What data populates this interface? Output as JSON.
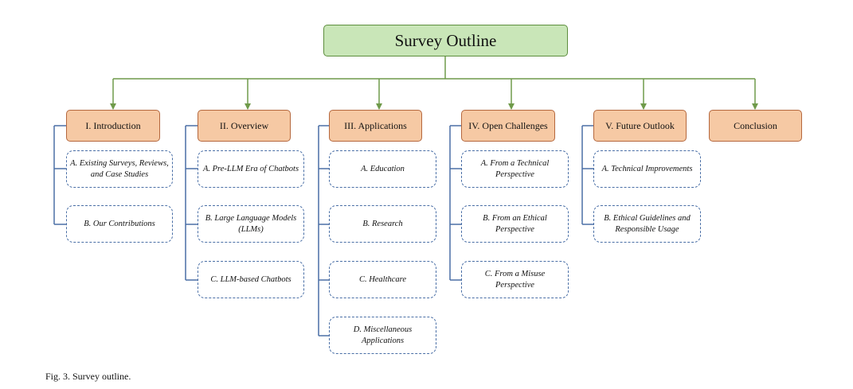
{
  "root": {
    "label": "Survey Outline"
  },
  "colors": {
    "green_line": "#6f9a4a",
    "blue_line": "#4a6fa6",
    "orange_fill": "#f6c9a4",
    "green_fill": "#c9e6b8"
  },
  "sections": [
    {
      "label": "I. Introduction",
      "children": [
        "A. Existing Surveys, Reviews, and Case Studies",
        "B. Our Contributions"
      ]
    },
    {
      "label": "II. Overview",
      "children": [
        "A. Pre-LLM Era of Chatbots",
        "B. Large Language Models (LLMs)",
        "C. LLM-based Chatbots"
      ]
    },
    {
      "label": "III. Applications",
      "children": [
        "A. Education",
        "B. Research",
        "C. Healthcare",
        "D. Miscellaneous Applications"
      ]
    },
    {
      "label": "IV. Open Challenges",
      "children": [
        "A. From a Technical Perspective",
        "B. From an Ethical Perspective",
        "C. From a Misuse Perspective"
      ]
    },
    {
      "label": "V. Future Outlook",
      "children": [
        "A. Technical Improvements",
        "B. Ethical Guidelines and Responsible Usage"
      ]
    },
    {
      "label": "Conclusion",
      "children": []
    }
  ],
  "caption": "Fig. 3.  Survey outline."
}
